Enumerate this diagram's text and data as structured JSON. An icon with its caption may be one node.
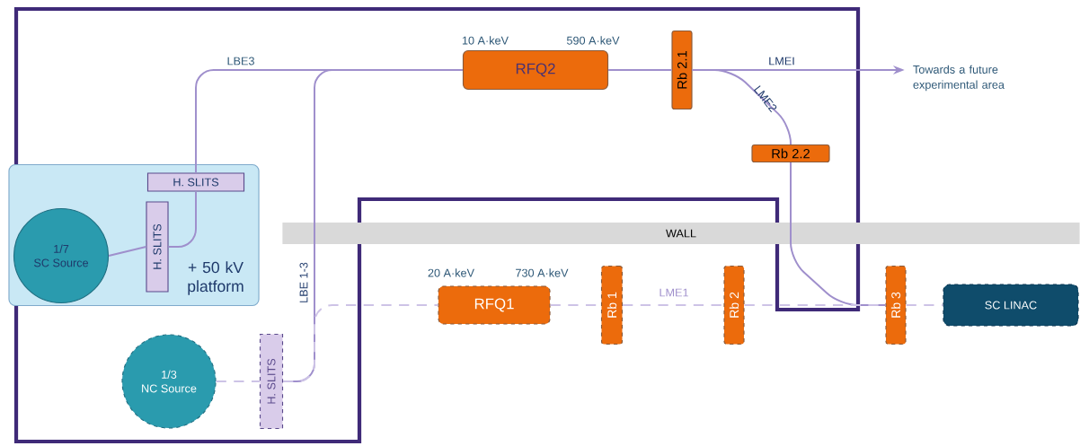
{
  "diagram": {
    "nodes": [
      {
        "text": [
          "+ 50 kV platform"
        ]
      },
      {
        "text": [
          "1/7",
          "SC Source"
        ],
        "in": 0
      },
      {
        "text": [
          "H. SLITS"
        ],
        "in": 0
      },
      {
        "text": [
          "H. SLITS"
        ],
        "in": 0
      },
      {
        "text": [
          "RFQ2"
        ],
        "beside": [
          "10 A·keV",
          "590 A·keV"
        ]
      },
      {
        "text": [
          "Rb 2.1"
        ]
      },
      {
        "text": [
          "Rb 2.2"
        ]
      },
      {
        "text": [
          "Towards a future experimental area"
        ]
      },
      {
        "text": [
          "RFQ1"
        ],
        "beside": [
          "20 A·keV",
          "730 A·keV"
        ]
      },
      {
        "text": [
          "Rb 1"
        ]
      },
      {
        "text": [
          "Rb 2"
        ]
      },
      {
        "text": [
          "Rb 3"
        ]
      },
      {
        "text": [
          "SC LINAC"
        ]
      },
      {
        "text": [
          "1/3",
          "NC Source"
        ]
      },
      {
        "text": [
          "H. SLITS"
        ]
      }
    ],
    "edges": [
      {
        "from": 1,
        "to": 2,
        "arrow": "none"
      },
      {
        "from": 2,
        "to": 3,
        "arrow": "none"
      },
      {
        "from": 3,
        "to": 4,
        "arrow": "none",
        "label": "LBE3"
      },
      {
        "from": 14,
        "to": 4,
        "arrow": "none",
        "label": "LBE 1-3"
      },
      {
        "from": 4,
        "to": 5,
        "arrow": "none"
      },
      {
        "from": 5,
        "to": 7,
        "arrow": "to",
        "label": "LMEI"
      },
      {
        "from": 5,
        "to": 6,
        "arrow": "none",
        "label": "LME2"
      },
      {
        "from": 6,
        "to": 11,
        "arrow": "none"
      },
      {
        "from": 13,
        "to": 14,
        "arrow": "none",
        "style": "dashed",
        "color": "#cdc3e6"
      },
      {
        "from": 14,
        "to": 8,
        "arrow": "none",
        "style": "dashed",
        "color": "#cdc3e6"
      },
      {
        "from": 8,
        "to": 9,
        "arrow": "none",
        "style": "dashed",
        "color": "#cdc3e6"
      },
      {
        "from": 9,
        "to": 10,
        "arrow": "none",
        "style": "dashed",
        "color": "#cdc3e6",
        "label": "LME1"
      },
      {
        "from": 10,
        "to": 11,
        "arrow": "none",
        "style": "dashed",
        "color": "#cdc3e6"
      },
      {
        "from": 11,
        "to": 12,
        "arrow": "none",
        "style": "dashed",
        "color": "#cdc3e6"
      }
    ],
    "labels": [
      "WALL"
    ]
  }
}
